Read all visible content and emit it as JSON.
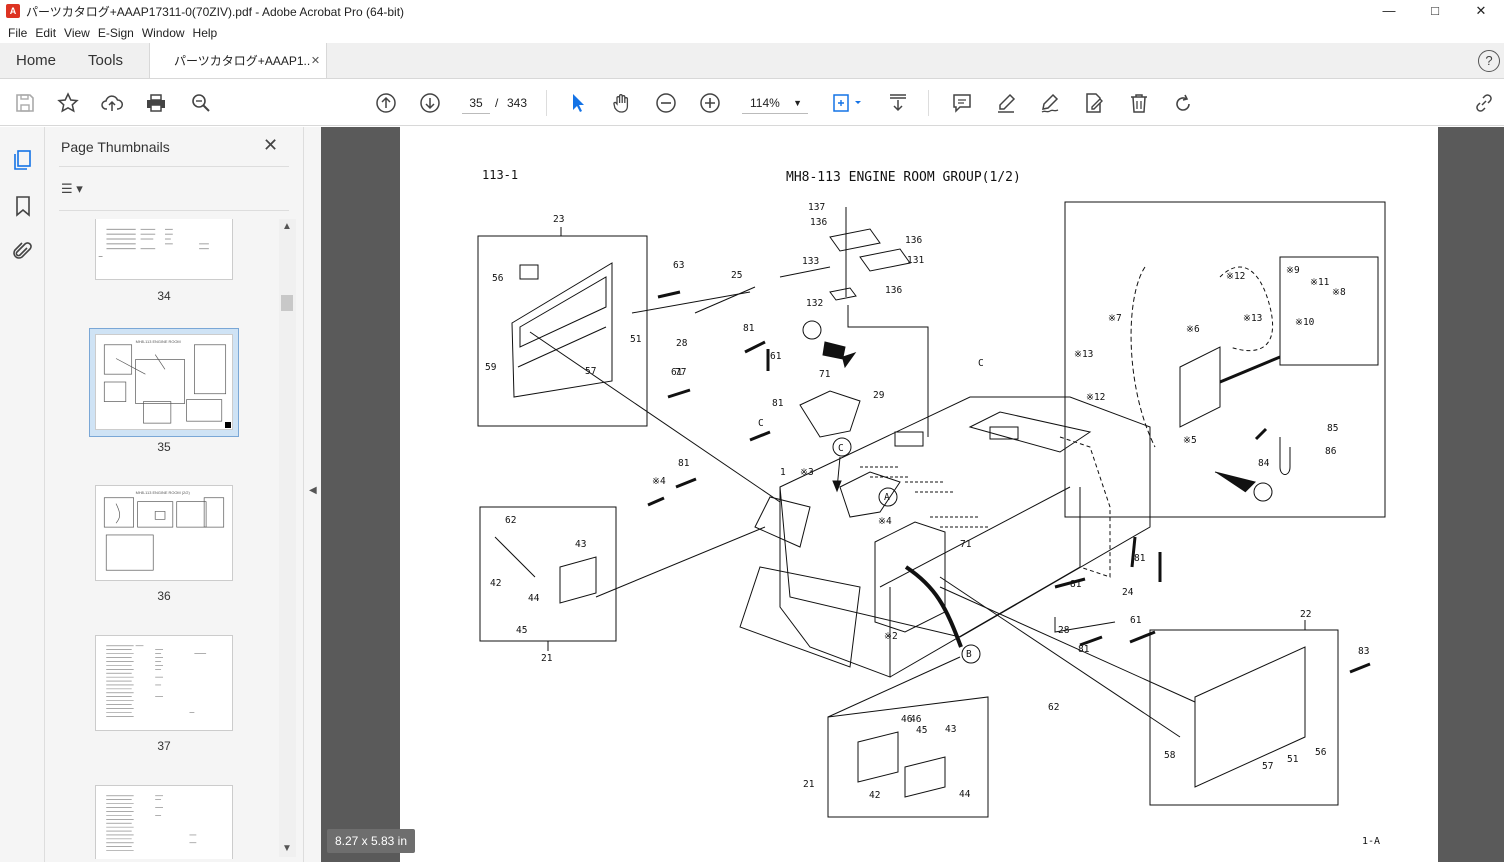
{
  "window": {
    "title": "パーツカタログ+AAAP17311-0(70ZIV).pdf - Adobe Acrobat Pro (64-bit)",
    "minimize": "—",
    "maximize": "□",
    "close": "✕"
  },
  "menu": [
    "File",
    "Edit",
    "View",
    "E-Sign",
    "Window",
    "Help"
  ],
  "tabs": {
    "home": "Home",
    "tools": "Tools",
    "document": "パーツカタログ+AAAP1...",
    "close": "✕",
    "help": "?"
  },
  "toolbar": {
    "current_page": "35",
    "page_separator": "/",
    "total_pages": "343",
    "zoom": "114%"
  },
  "panel": {
    "title": "Page Thumbnails",
    "close": "✕",
    "options": "☰ ▾"
  },
  "thumbnails": [
    {
      "label": "34",
      "selected": false
    },
    {
      "label": "35",
      "selected": true
    },
    {
      "label": "36",
      "selected": false
    },
    {
      "label": "37",
      "selected": false
    },
    {
      "label": "",
      "selected": false
    }
  ],
  "document": {
    "page_code": "113-1",
    "heading": "MH8-113   ENGINE ROOM GROUP(1/2)",
    "footer_code": "1-A",
    "callouts": [
      "137",
      "136",
      "133",
      "136",
      "131",
      "132",
      "136",
      "23",
      "56",
      "63",
      "25",
      "28",
      "51",
      "59",
      "57",
      "61",
      "81",
      "61",
      "77",
      "71",
      "29",
      "81",
      "C",
      "C",
      "A",
      "B",
      "C",
      "1",
      "※3",
      "※4",
      "※4",
      "81",
      "62",
      "43",
      "42",
      "44",
      "45",
      "46",
      "21",
      "71",
      "81",
      "24",
      "28",
      "61",
      "22",
      "83",
      "58",
      "57",
      "51",
      "56",
      "81",
      "62",
      "21",
      "42",
      "46",
      "45",
      "43",
      "44",
      "※12",
      "※13",
      "※9",
      "※11",
      "※8",
      "※10",
      "※7",
      "※6",
      "※13",
      "※12",
      "※5",
      "84",
      "85",
      "86",
      "81",
      "※2"
    ]
  },
  "status": {
    "page_size": "8.27 x 5.83 in"
  },
  "colors": {
    "accent": "#1473e6",
    "selected_thumb_bg": "#cfe3f5",
    "doc_background": "#5a5a5a"
  }
}
